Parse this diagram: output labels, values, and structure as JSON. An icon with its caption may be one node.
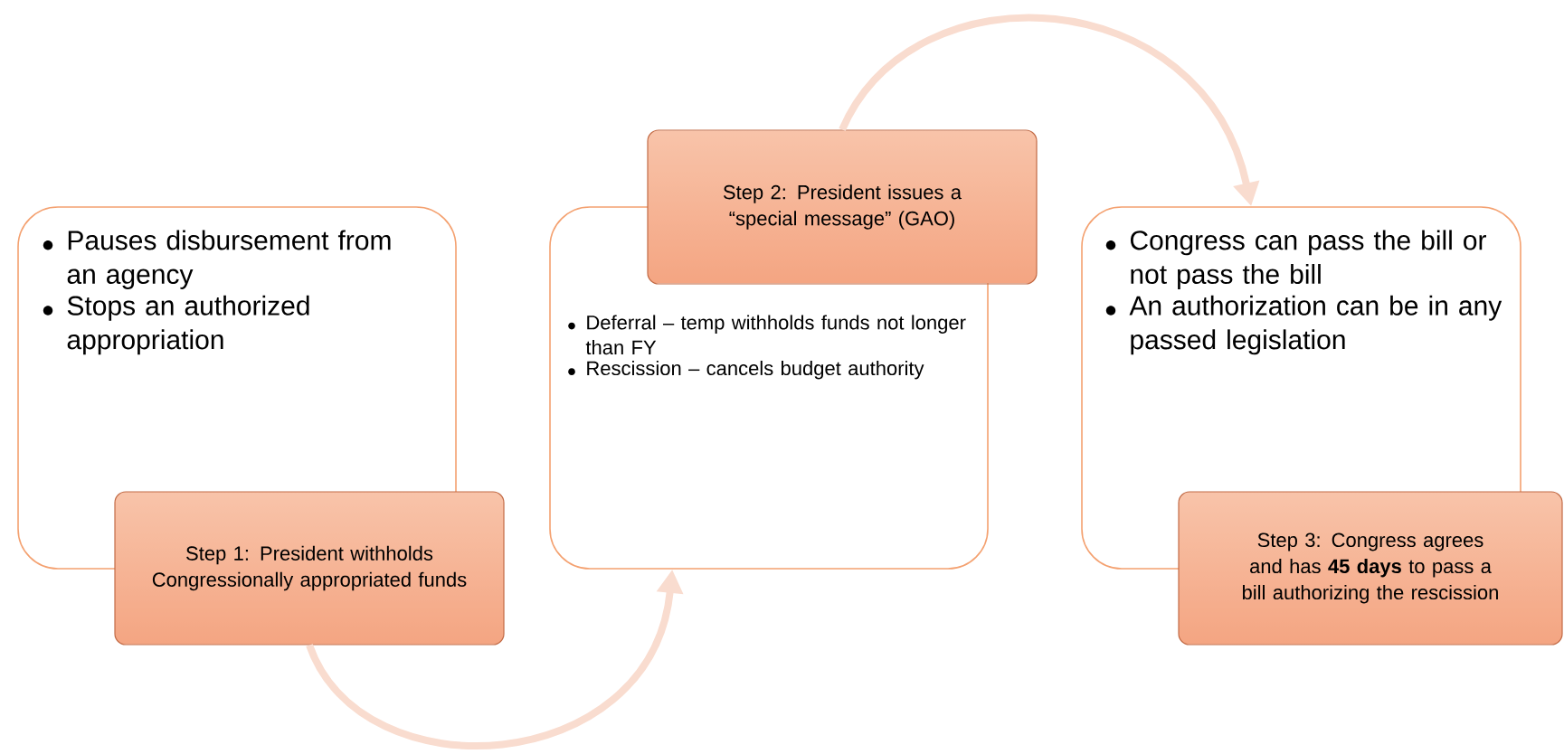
{
  "diagram": {
    "nodes": [
      {
        "text": [
          "Pauses disbursement from an agency",
          "Stops an authorized appropriation"
        ]
      },
      {
        "text": [
          "Step 1: President withholds Congressionally appropriated funds"
        ]
      },
      {
        "text": [
          "Deferral – temp withholds funds not longer than FY",
          "Rescission – cancels budget authority"
        ]
      },
      {
        "text": [
          "Step 2: President issues a “special message” (GAO)"
        ]
      },
      {
        "text": [
          "Congress can pass the bill or not pass the bill",
          "An authorization can be in any passed legislation"
        ]
      },
      {
        "text": [
          "Step 3: Congress agrees and has **45 days** to pass a bill authorizing the rescission"
        ]
      }
    ],
    "edges": [
      {
        "from": 1,
        "to": 2,
        "arrow": "to"
      },
      {
        "from": 3,
        "to": 4,
        "arrow": "to"
      }
    ]
  }
}
